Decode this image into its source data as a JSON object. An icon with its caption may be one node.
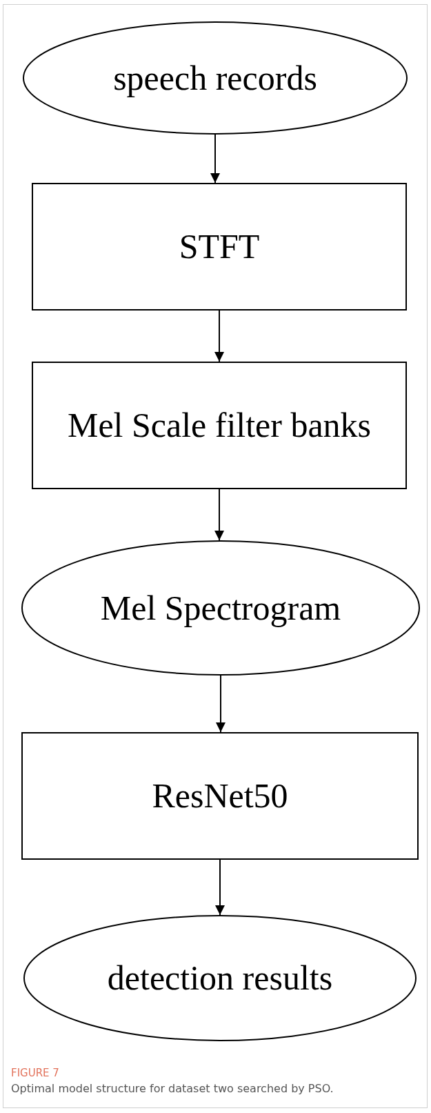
{
  "diagram": {
    "caption": "Optimal model structure for dataset two searched by PSO.",
    "nodes": [
      {
        "text": [
          "speech records"
        ]
      },
      {
        "text": [
          "STFT"
        ]
      },
      {
        "text": [
          "Mel Scale filter banks"
        ]
      },
      {
        "text": [
          "Mel Spectrogram"
        ]
      },
      {
        "text": [
          "ResNet50"
        ]
      },
      {
        "text": [
          "detection results"
        ]
      }
    ],
    "edges": [
      {
        "from": 0,
        "to": 1,
        "arrow": "to"
      },
      {
        "from": 1,
        "to": 2,
        "arrow": "to"
      },
      {
        "from": 2,
        "to": 3,
        "arrow": "to"
      },
      {
        "from": 3,
        "to": 4,
        "arrow": "to"
      },
      {
        "from": 4,
        "to": 5,
        "arrow": "to"
      }
    ],
    "labels": [
      "FIGURE 7"
    ]
  }
}
